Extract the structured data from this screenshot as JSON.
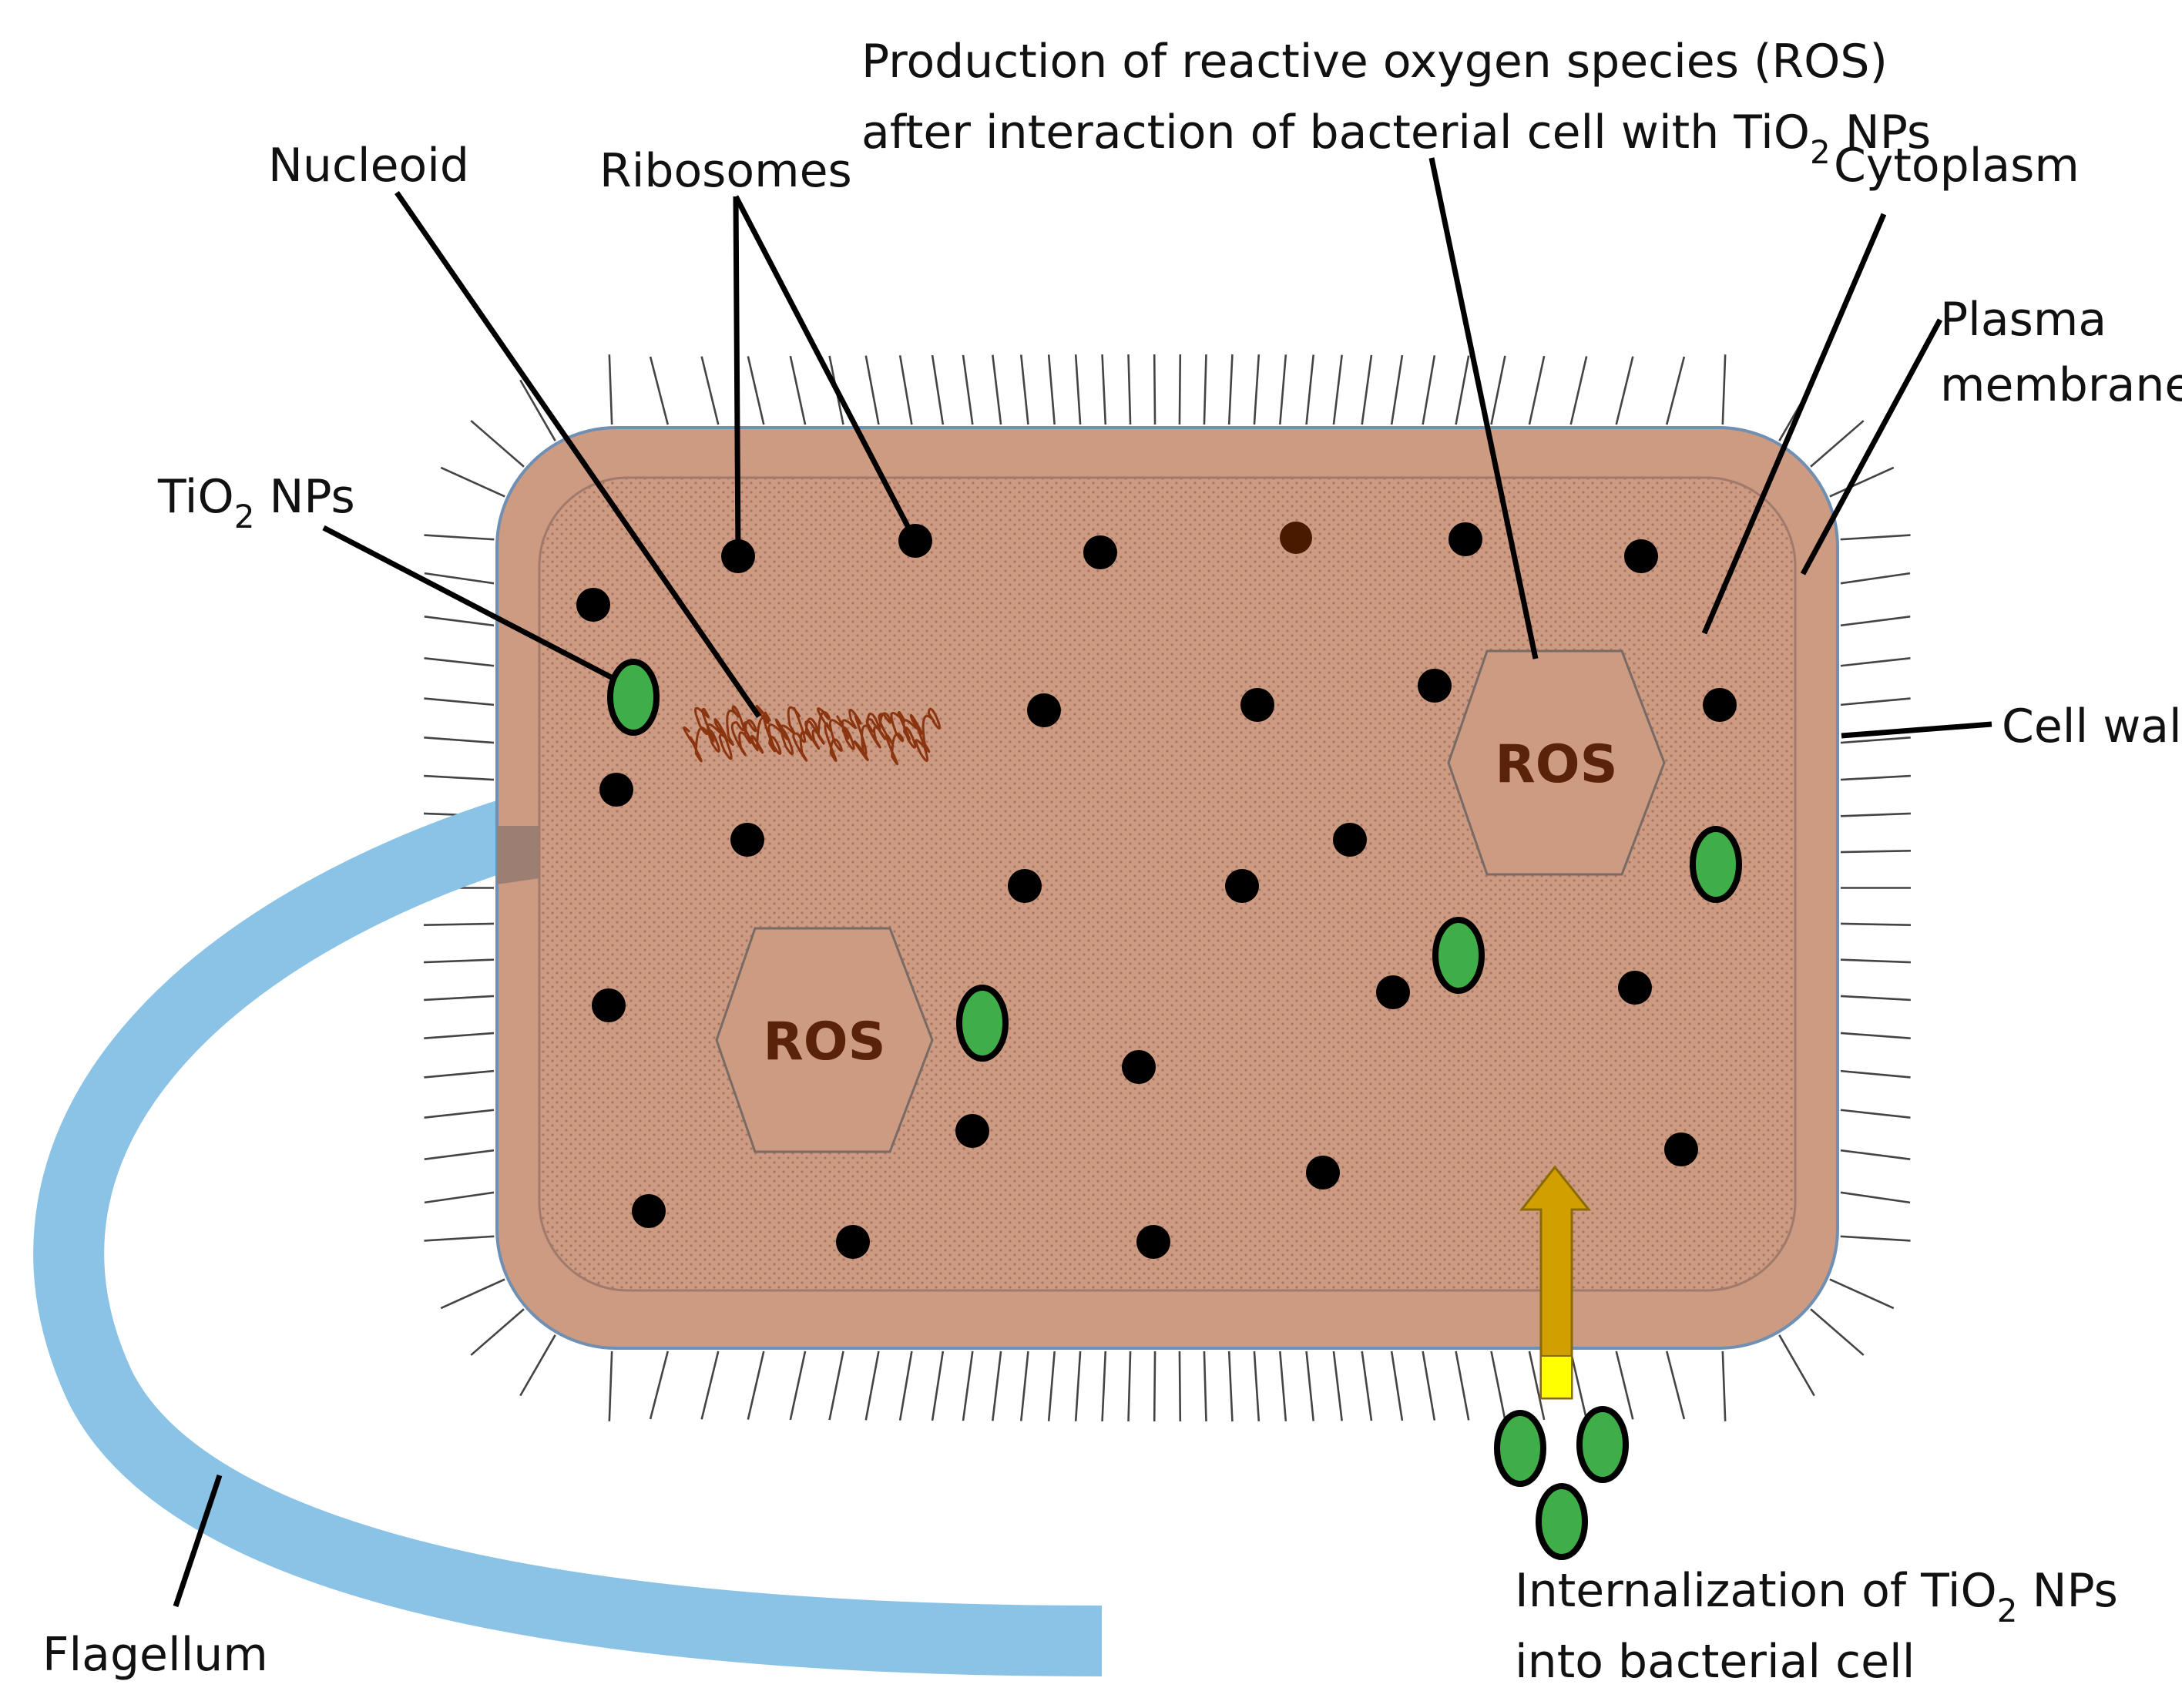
{
  "labels": {
    "nucleoid": "Nucleoid",
    "ribosomes": "Ribosomes",
    "ros_caption_line1": "Production of reactive oxygen species (ROS)",
    "ros_caption_line2_pre": "after interaction of bacterial cell with TiO",
    "ros_caption_line2_sub": "2",
    "ros_caption_line2_post": " NPs",
    "cytoplasm": "Cytoplasm",
    "plasma_membrane_line1": "Plasma",
    "plasma_membrane_line2": "membrane",
    "cell_wall": "Cell wall",
    "tio2_pre": "TiO",
    "tio2_sub": "2",
    "tio2_post": " NPs",
    "flagellum": "Flagellum",
    "internalization_line1_pre": "Internalization of TiO",
    "internalization_line1_sub": "2",
    "internalization_line1_post": " NPs",
    "internalization_line2": "into bacterial cell"
  },
  "ros_badges": [
    "ROS",
    "ROS"
  ],
  "colors": {
    "cell_wall": "#cd9a82",
    "cell_outline": "#6f8fb3",
    "cytoplasm_dots": "#a87664",
    "flagellum": "#8bc3e6",
    "nanoparticle": "#3fae49",
    "ribosome": "#000000",
    "nucleoid": "#8b3510",
    "arrow": "#d29f00",
    "arrow_base": "#ffff00",
    "ros_text": "#5a2208"
  }
}
